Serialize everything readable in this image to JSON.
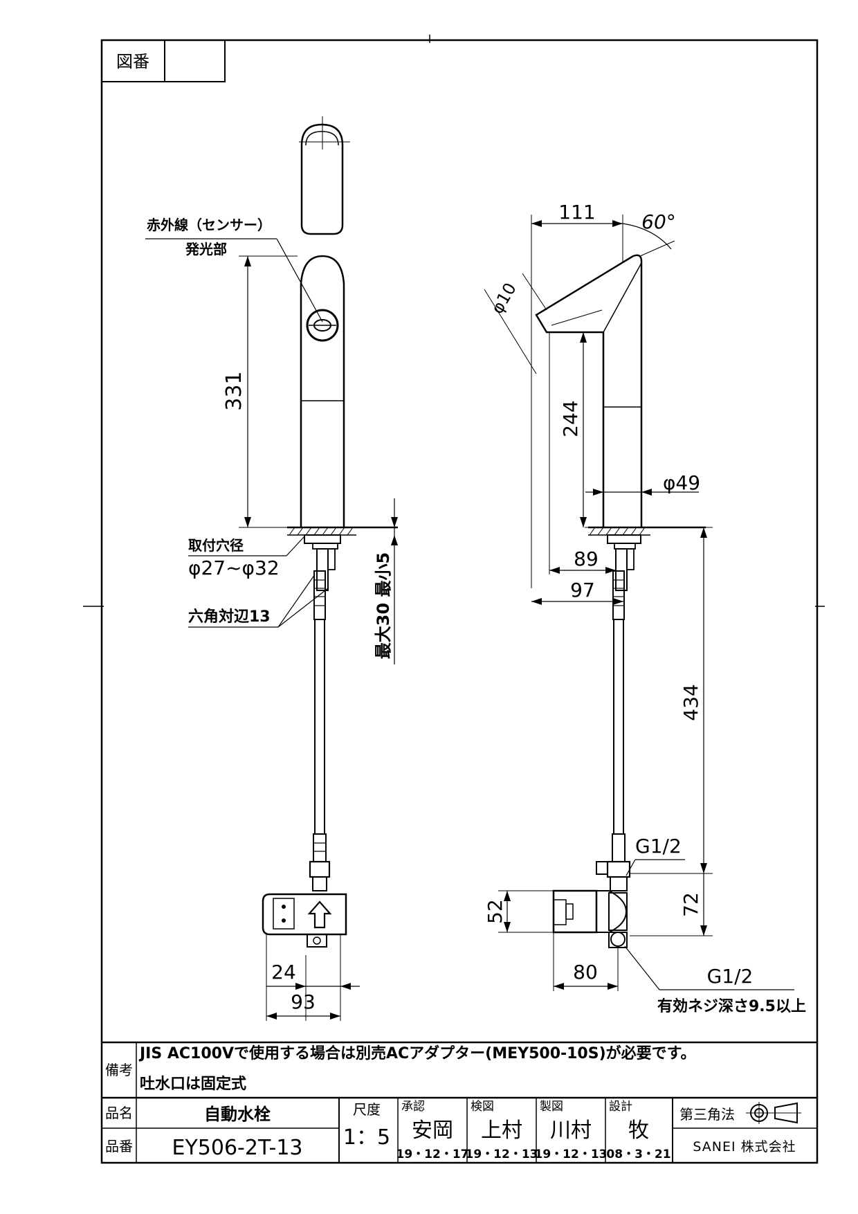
{
  "drawing_no_label": "図番",
  "drawing_no_value": "",
  "labels": {
    "sensor": "赤外線（センサー）",
    "emitter": "発光部",
    "mount_hole_title": "取付穴径",
    "mount_hole_value": "φ27~φ32",
    "hex": "六角対辺13",
    "thickness": "最大30 最小5",
    "eff_thread": "有効ネジ深さ9.5以上"
  },
  "dims": {
    "d331": "331",
    "d111": "111",
    "d60": "60°",
    "d10": "φ10",
    "d244": "244",
    "d49": "φ49",
    "d89": "89",
    "d97": "97",
    "d434": "434",
    "g12a": "G1/2",
    "d72": "72",
    "d52": "52",
    "d80": "80",
    "g12b": "G1/2",
    "d24": "24",
    "d93": "93"
  },
  "notes": {
    "label": "備考",
    "line1": "JIS AC100Vで使用する場合は別売ACアダプター(MEY500-10S)が必要です。",
    "line2": "吐水口は固定式"
  },
  "title_block": {
    "name_label": "品名",
    "name_value": "自動水栓",
    "no_label": "品番",
    "no_value": "EY506-2T-13",
    "scale_label": "尺度",
    "scale_value": "1：5",
    "approve_label": "承認",
    "approve_name": "安岡",
    "approve_date": "19・12・17",
    "check_label": "検図",
    "check_name": "上村",
    "check_date": "19・12・13",
    "draw_label": "製図",
    "draw_name": "川村",
    "draw_date": "19・12・13",
    "design_label": "設計",
    "design_name": "牧",
    "design_date": "08・3・21",
    "projection": "第三角法",
    "company": "SANEI 株式会社"
  }
}
